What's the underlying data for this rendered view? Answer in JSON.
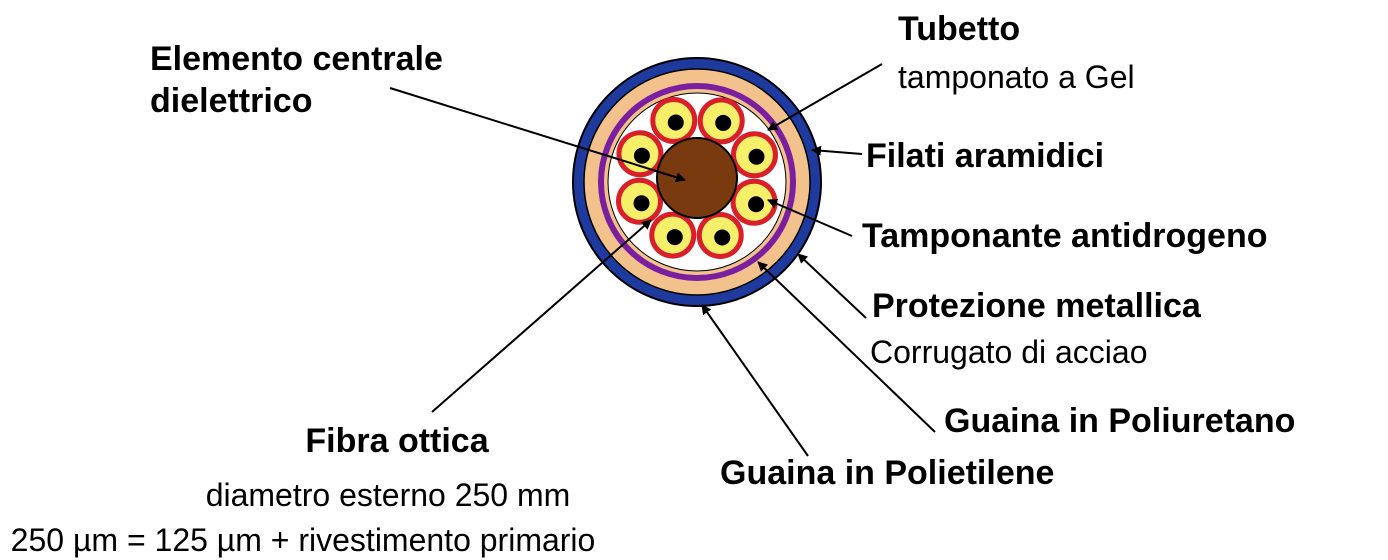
{
  "labels": {
    "central_element": {
      "line1": "Elemento centrale",
      "line2": "dielettrico"
    },
    "tube": {
      "title": "Tubetto",
      "subtitle": "tamponato a Gel"
    },
    "aramid": {
      "title": "Filati aramidici"
    },
    "waterblock": {
      "title": "Tamponante antidrogeno"
    },
    "metal": {
      "title": "Protezione metallica",
      "subtitle": "Corrugato di acciao"
    },
    "pu_sheath": {
      "title": "Guaina in Poliuretano"
    },
    "pe_sheath": {
      "title": "Guaina in Polietilene"
    },
    "fiber": {
      "title": "Fibra ottica",
      "line2": "diametro esterno 250 mm",
      "line3": "250 µm = 125 µm + rivestimento primario"
    }
  },
  "colors": {
    "outer_sheath": "#1f3a9e",
    "metal_layer": "#f3c18c",
    "aramid_layer": "#7a1fa0",
    "tube_ring": "#d81f2a",
    "tube_fill": "#f5ef6a",
    "fiber_core": "#000000",
    "central_element": "#7a3a10"
  },
  "tube_count": 8
}
